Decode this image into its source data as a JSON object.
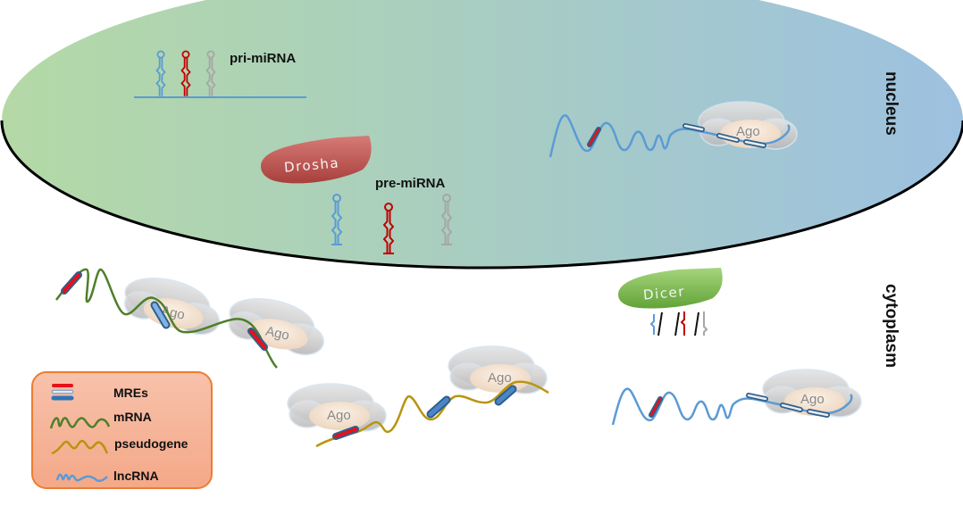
{
  "compartments": {
    "nucleus": "nucleus",
    "cytoplasm": "cytoplasm"
  },
  "labels": {
    "pri_mirna": "pri-miRNA",
    "pre_mirna": "pre-miRNA"
  },
  "enzymes": {
    "drosha": "Drosha",
    "dicer": "Dicer"
  },
  "complex_label": "Ago",
  "legend": {
    "items": [
      {
        "key": "mres",
        "label": "MREs"
      },
      {
        "key": "mrna",
        "label": "mRNA"
      },
      {
        "key": "pseudogene",
        "label": "pseudogene"
      },
      {
        "key": "lncrna",
        "label": "lncRNA"
      }
    ]
  },
  "colors": {
    "mirna_blue": "#5b9bd5",
    "mirna_red": "#c00000",
    "mirna_gray": "#a6a6a6",
    "mrna": "#4f7f2a",
    "pseudogene": "#b8950f",
    "lncrna": "#5b9bd5",
    "mre_red": "#e8101a",
    "mre_blue": "#4a86c8",
    "drosha": "#c0504d",
    "dicer": "#7ab84a",
    "legend_fill": "#f6b49a",
    "legend_border": "#ed7d31"
  }
}
